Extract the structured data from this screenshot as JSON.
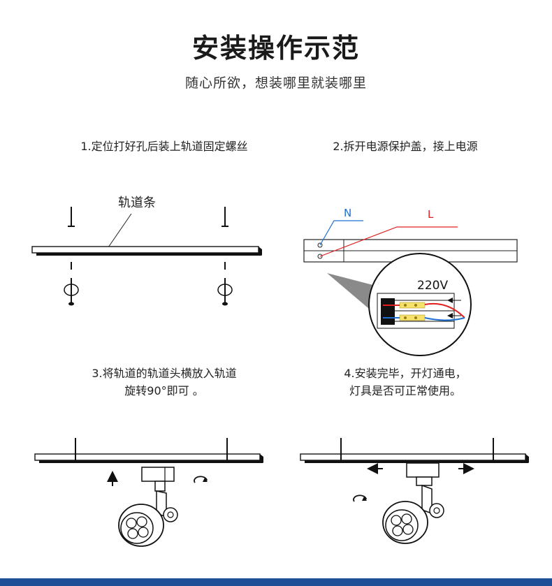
{
  "header": {
    "title": "安装操作示范",
    "subtitle": "随心所欲，想装哪里就装哪里"
  },
  "steps": [
    {
      "line1": "1.定位打好孔后装上轨道固定螺丝",
      "line2": ""
    },
    {
      "line1": "2.拆开电源保护盖，接上电源",
      "line2": ""
    },
    {
      "line1": "3.将轨道的轨道头横放入轨道",
      "line2": "旋转90°即可 。"
    },
    {
      "line1": "4.安装完毕，开灯通电，",
      "line2": "灯具是否可正常使用。"
    }
  ],
  "labels": {
    "rail_strip": "轨道条",
    "neutral": "N",
    "live": "L",
    "voltage": "220V"
  },
  "colors": {
    "neutral_line": "#1e6fd0",
    "live_line": "#e02020",
    "bottom_bar": "#1f4e96"
  }
}
